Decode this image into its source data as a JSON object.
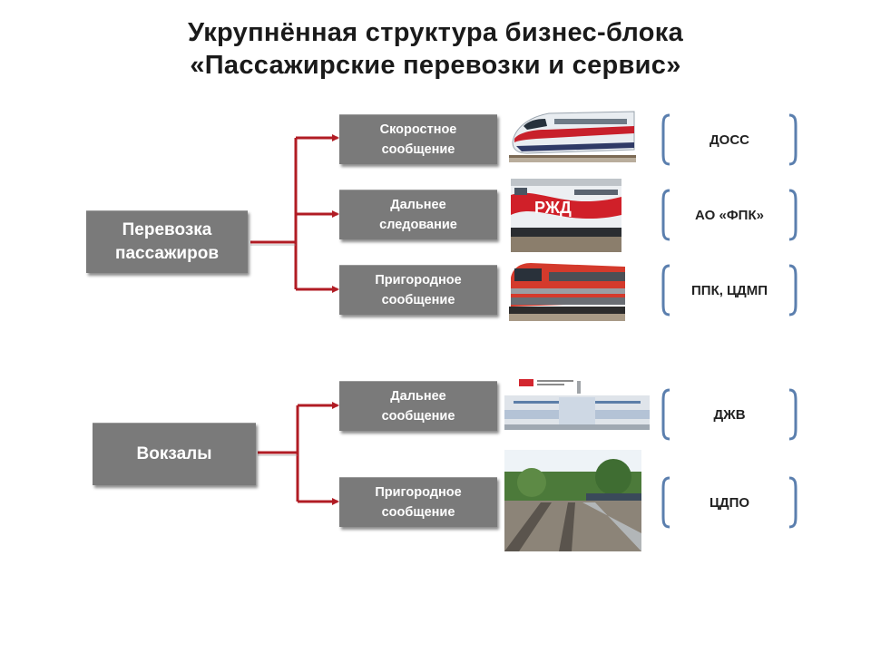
{
  "title": {
    "line1": "Укрупнённая структура бизнес-блока",
    "line2": "«Пассажирские перевозки и сервис»"
  },
  "colors": {
    "connector": "#b11c24",
    "box_fill": "#7a7a7a",
    "bracket": "#5b7fae"
  },
  "groups": [
    {
      "label": "Перевозка\nпассажиров",
      "items": [
        {
          "label": "Скоростное\nсообщение",
          "image": "high-speed-train-photo",
          "operator": "ДОСС"
        },
        {
          "label": "Дальнее\nследование",
          "image": "long-distance-train-photo",
          "operator": "АО «ФПК»"
        },
        {
          "label": "Пригородное\nсообщение",
          "image": "suburban-train-photo",
          "operator": "ППК, ЦДМП"
        }
      ]
    },
    {
      "label": "Вокзалы",
      "items": [
        {
          "label": "Дальнее\nсообщение",
          "image": "station-building-photo",
          "operator": "ДЖВ"
        },
        {
          "label": "Пригородное\nсообщение",
          "image": "suburban-platform-photo",
          "operator": "ЦДПО"
        }
      ]
    }
  ]
}
